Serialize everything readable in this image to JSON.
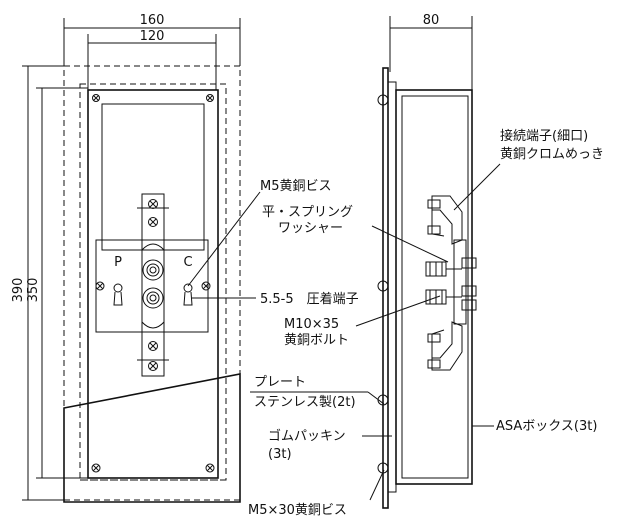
{
  "dimensions": {
    "width_160": "160",
    "width_120": "120",
    "height_390": "390",
    "height_350": "350",
    "depth_80": "80"
  },
  "front_view": {
    "label_p": "P",
    "label_c": "C"
  },
  "callouts": {
    "m5_brass_screw": "M5黄銅ビス",
    "flat_spring_washer_1": "平・スプリング",
    "flat_spring_washer_2": "ワッシャー",
    "crimp_terminal": "5.5-5　圧着端子",
    "bolt_1": "M10×35",
    "bolt_2": "黄銅ボルト",
    "plate_1": "プレート",
    "plate_2": "ステンレス製(2t)",
    "gasket_1": "ゴムパッキン",
    "gasket_2": "(3t)",
    "m5x30_screw": "M5×30黄銅ビス",
    "connection_terminal_1": "接続端子(細口)",
    "connection_terminal_2": "黄銅クロムめっき",
    "asa_box": "ASAボックス(3t)"
  }
}
